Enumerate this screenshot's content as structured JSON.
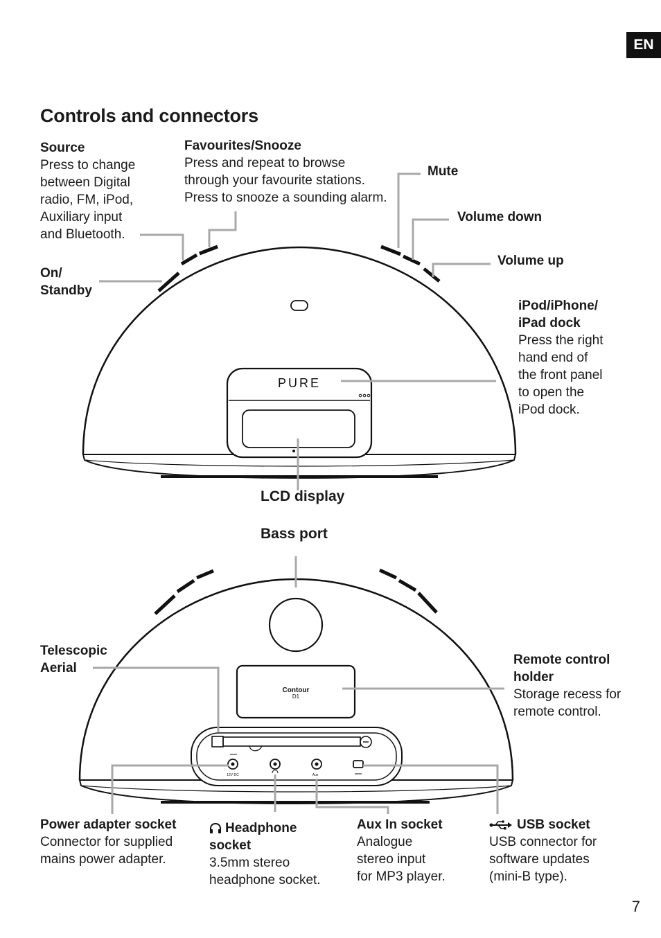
{
  "lang_tab": "EN",
  "title": "Controls and connectors",
  "page_number": "7",
  "front_labels": {
    "source": {
      "heading": "Source",
      "lines": [
        "Press to change",
        "between Digital",
        "radio, FM, iPod,",
        "Auxiliary input",
        "and Bluetooth."
      ]
    },
    "favourites": {
      "heading": "Favourites/Snooze",
      "lines": [
        "Press and repeat to browse",
        "through your favourite stations.",
        "Press to snooze a sounding alarm."
      ]
    },
    "mute": {
      "heading": "Mute"
    },
    "volume_down": {
      "heading": "Volume down"
    },
    "volume_up": {
      "heading": "Volume up"
    },
    "on_standby": {
      "heading_lines": [
        "On/",
        "Standby"
      ]
    },
    "dock": {
      "heading_lines": [
        "iPod/iPhone/",
        "iPad dock"
      ],
      "lines": [
        "Press the right",
        "hand end of",
        "the front panel",
        "to open the",
        "iPod dock."
      ]
    },
    "lcd": {
      "heading": "LCD display"
    }
  },
  "back_labels": {
    "bass_port": {
      "heading": "Bass port"
    },
    "aerial": {
      "heading_lines": [
        "Telescopic",
        "Aerial"
      ]
    },
    "remote": {
      "heading_lines": [
        "Remote control",
        "holder"
      ],
      "lines": [
        "Storage recess for",
        "remote control."
      ]
    },
    "power": {
      "heading": "Power adapter socket",
      "lines": [
        "Connector for supplied",
        "mains power adapter."
      ]
    },
    "headphone": {
      "heading_lines": [
        "Headphone",
        "socket"
      ],
      "lines": [
        "3.5mm stereo",
        "headphone socket."
      ]
    },
    "aux": {
      "heading": "Aux In socket",
      "lines": [
        "Analogue",
        "stereo input",
        "for MP3 player."
      ]
    },
    "usb": {
      "heading": "USB socket",
      "lines": [
        "USB connector for",
        "software updates",
        "(mini-B type)."
      ]
    }
  },
  "device_text": {
    "brand": "PURE",
    "model_name": "Contour",
    "model_number": "D1",
    "port_power": "12V DC",
    "port_aux": "Aux"
  },
  "icons": [
    "headphone-icon",
    "usb-icon"
  ]
}
